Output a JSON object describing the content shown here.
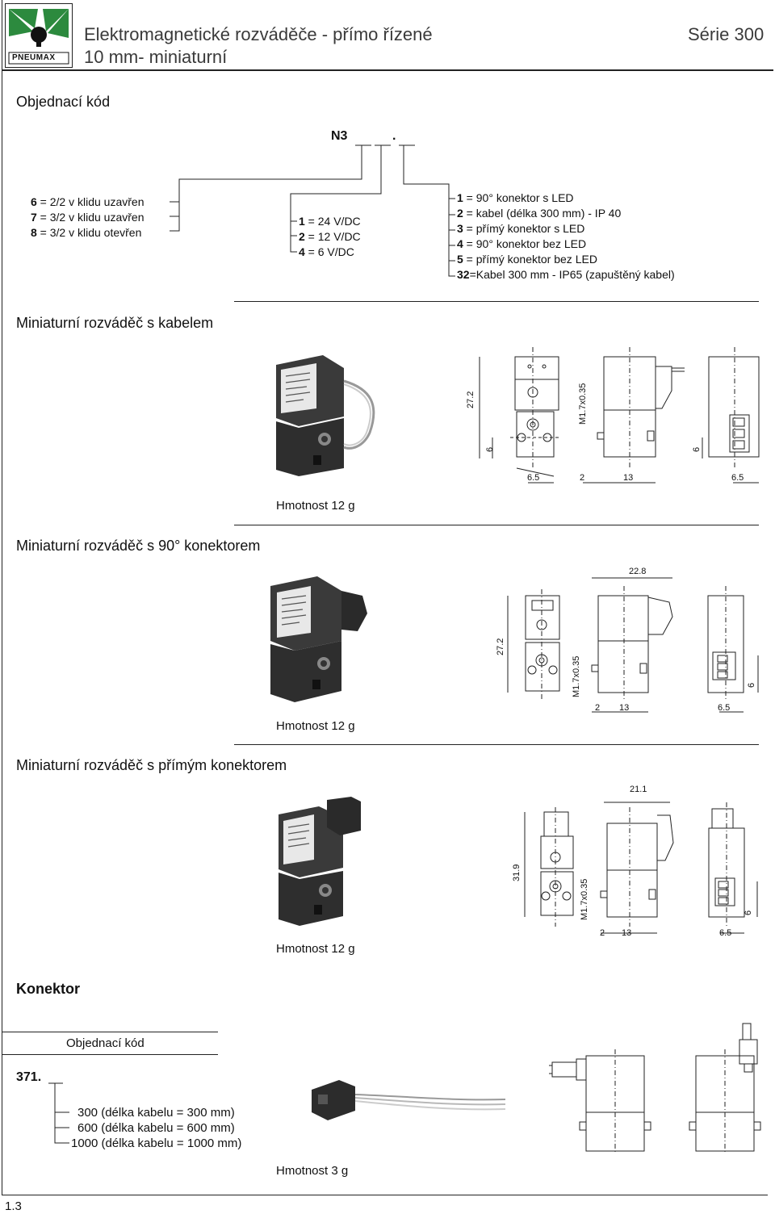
{
  "header": {
    "title_line1": "Elektromagnetické rozváděče - přímo řízené",
    "title_line2": "10 mm- miniaturní",
    "series": "Série 300",
    "logo_text": "PNEUMAX"
  },
  "order_section": {
    "heading": "Objednací kód",
    "code_prefix": "N3",
    "code_dot": ".",
    "function_options": [
      {
        "num": "6",
        "text": " = 2/2  v klidu uzavřen"
      },
      {
        "num": "7",
        "text": " = 3/2  v klidu uzavřen"
      },
      {
        "num": "8",
        "text": " = 3/2  v klidu otevřen"
      }
    ],
    "voltage_options": [
      {
        "num": "1",
        "text": " = 24 V/DC"
      },
      {
        "num": "2",
        "text": " = 12 V/DC"
      },
      {
        "num": "4",
        "text": " =   6 V/DC"
      }
    ],
    "connector_options": [
      {
        "num": "1",
        "text": " = 90° konektor s LED"
      },
      {
        "num": "2",
        "text": " = kabel (délka 300 mm) - IP 40"
      },
      {
        "num": "3",
        "text": " = přímý konektor s LED"
      },
      {
        "num": "4",
        "text": " = 90° konektor bez LED"
      },
      {
        "num": "5",
        "text": " = přímý konektor bez LED"
      },
      {
        "num": "32",
        "text": "=Kabel 300 mm - IP65 (zapuštěný kabel)"
      }
    ]
  },
  "sections": [
    {
      "heading": "Miniaturní rozváděč s kabelem",
      "weight": "Hmotnost 12   g",
      "dims": {
        "height": "27.2",
        "thread": "M1.7x0.35",
        "d6": "6",
        "w65": "6.5",
        "d2": "2",
        "d13": "13",
        "w65b": "6.5",
        "d6b": "6"
      }
    },
    {
      "heading": "Miniaturní rozváděč s 90° konektorem",
      "weight": "Hmotnost 12 g",
      "dims": {
        "top": "22.8",
        "height": "27.2",
        "thread": "M1.7x0.35",
        "d2": "2",
        "d13": "13",
        "w65": "6.5",
        "d6": "6"
      }
    },
    {
      "heading": "Miniaturní rozváděč s přímým konektorem",
      "weight": "Hmotnost 12 g",
      "dims": {
        "top": "21.1",
        "height": "31.9",
        "thread": "M1.7x0.35",
        "d2": "2",
        "d13": "13",
        "w65": "6.5",
        "d6": "6"
      }
    }
  ],
  "connector": {
    "heading": "Konektor",
    "order_label": "Objednací kód",
    "code": "371.",
    "options": [
      "300 (délka kabelu  =   300 mm)",
      "600 (délka kabelu  =   600 mm)",
      "1000 (délka kabelu  = 1000 mm)"
    ],
    "weight": "Hmotnost 3 g"
  },
  "page_number": "1.3"
}
